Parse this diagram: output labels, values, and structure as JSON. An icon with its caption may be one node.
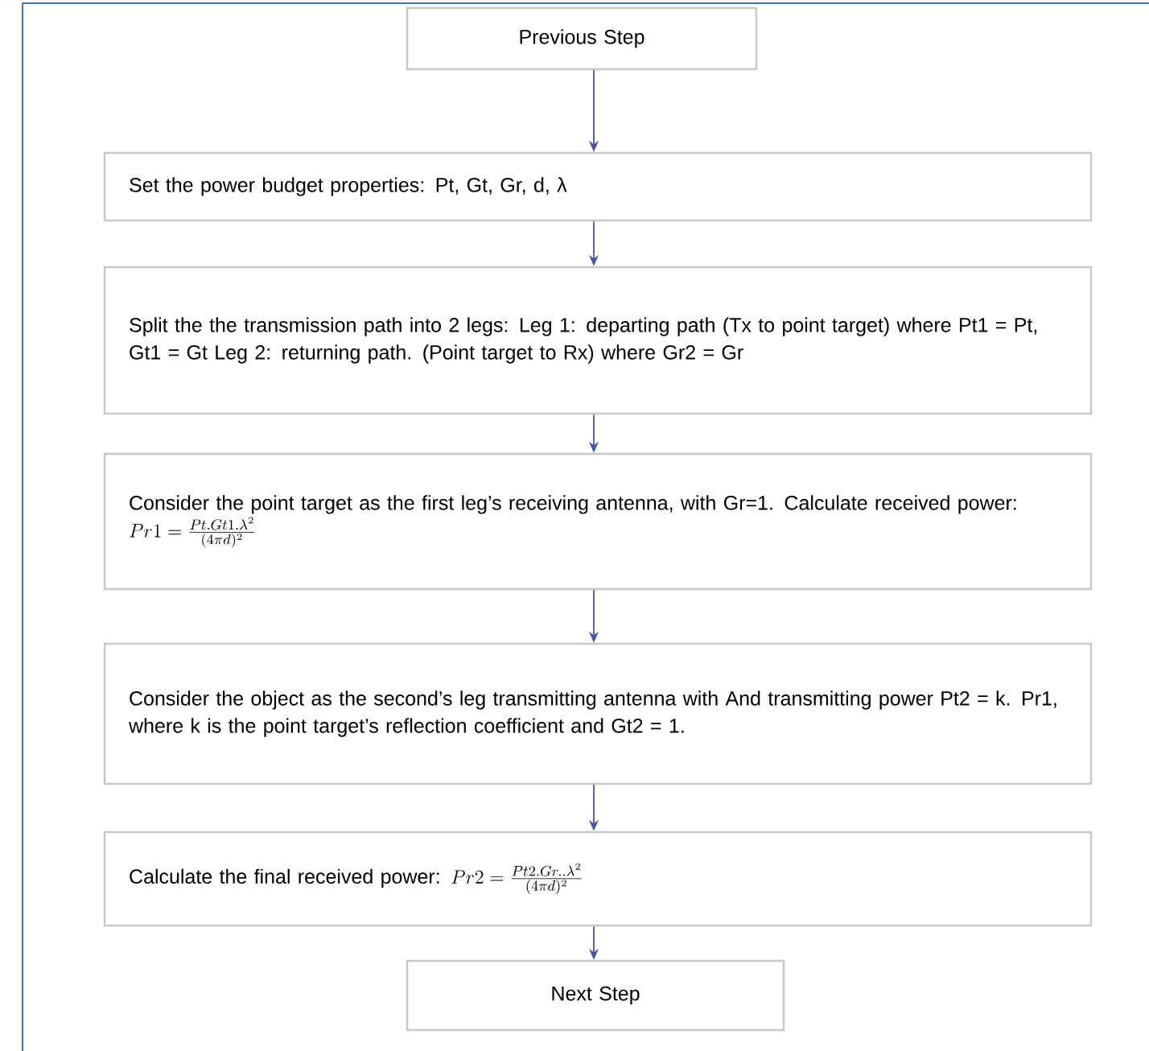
{
  "diagram": {
    "nodes": [
      {
        "text": [
          "Previous Step"
        ]
      },
      {
        "text": [
          "Set the power budget properties: Pt, Gt, Gr, d, λ"
        ]
      },
      {
        "text": [
          "Split the the transmission path into 2 legs: Leg 1: departing path (Tx to point target) where Pt1 = Pt, Gt1 = Gt Leg 2: returning path. (Point target to Rx) where Gr2 = Gr"
        ]
      },
      {
        "text": [
          "Consider  the point target as the first leg’s receiving antenna, with Gr=1. Calculate received power:",
          "Pr1 = \\frac{Pt.Gt1.\\lambda^2}{(4\\pi d)^2}"
        ]
      },
      {
        "text": [
          "Consider the object as the second’s leg transmitting antenna with And transmitting power Pt2 =  k. Pr1, where k is the point target’s reflection coefficient and Gt2 = 1."
        ]
      },
      {
        "text": [
          "Calculate the final received power:",
          "Pr2 = \\frac{Pt2.Gr..\\lambda^2}{(4\\pi d)^2}"
        ]
      },
      {
        "text": [
          "Next  Step"
        ]
      }
    ],
    "edges": [
      {
        "from": 0,
        "to": 1,
        "arrow": "to"
      },
      {
        "from": 1,
        "to": 2,
        "arrow": "to"
      },
      {
        "from": 2,
        "to": 3,
        "arrow": "to"
      },
      {
        "from": 3,
        "to": 4,
        "arrow": "to"
      },
      {
        "from": 4,
        "to": 5,
        "arrow": "to"
      },
      {
        "from": 5,
        "to": 6,
        "arrow": "to"
      }
    ]
  }
}
